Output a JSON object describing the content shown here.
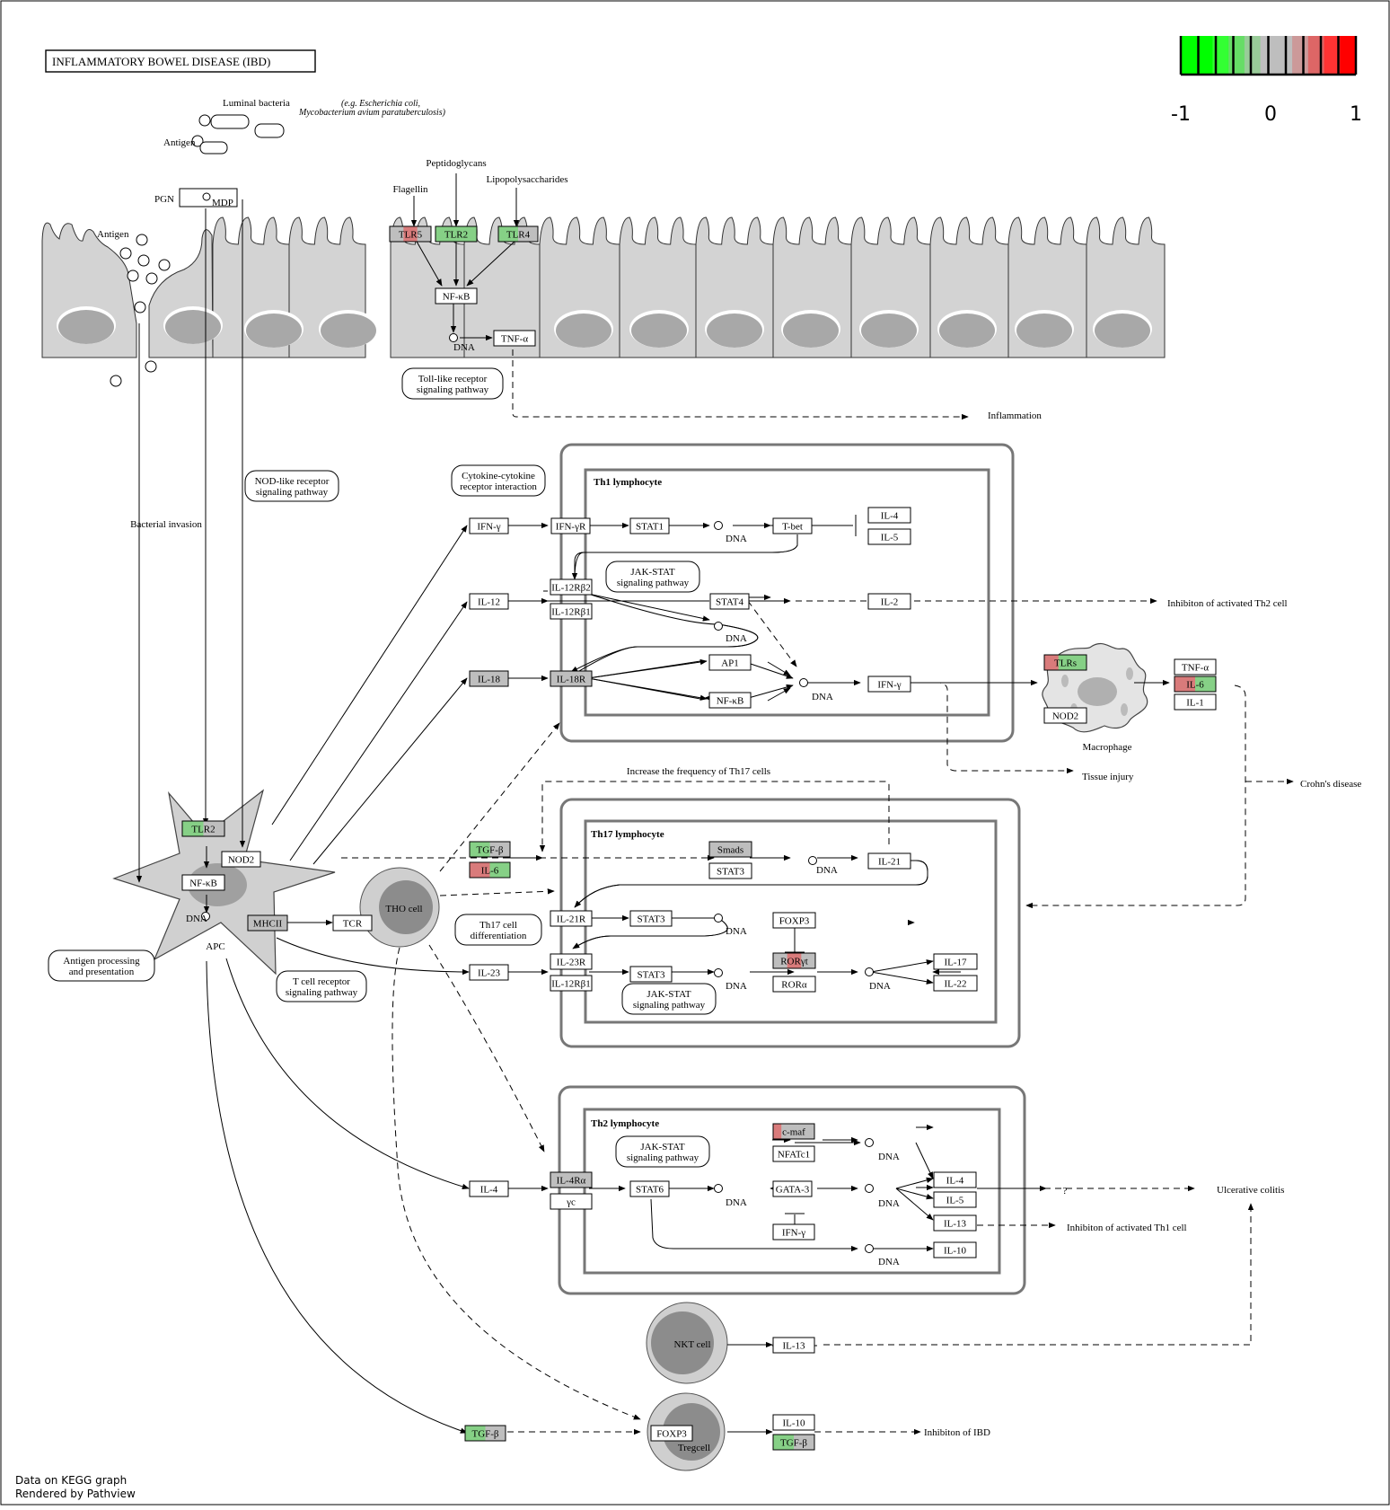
{
  "title": "INFLAMMATORY BOWEL DISEASE (IBD)",
  "legend": {
    "ticks": [
      "-1",
      "0",
      "1"
    ],
    "colors": [
      "#00ff00",
      "#00ff00",
      "#33ff33",
      "#66dd66",
      "#99cc99",
      "#bebebe",
      "#bebebe",
      "#cc9999",
      "#dd6666",
      "#ff3333",
      "#ff0000"
    ]
  },
  "footer": {
    "line1": "Data on KEGG graph",
    "line2": "Rendered by Pathview"
  },
  "colors": {
    "up": "#d97b7b",
    "down": "#86d086",
    "nodata": "#bebebe",
    "cell": "#d4d4d4"
  },
  "labels": {
    "luminal": "Luminal bacteria",
    "eg1": "(e.g. Escherichia coli,",
    "eg2": "Mycobacterium avium paratuberculosis)",
    "antigen1": "Antigen",
    "antigen2": "Antigen",
    "pgn": "PGN",
    "mdp": "MDP",
    "peptido": "Peptidoglycans",
    "flagellin": "Flagellin",
    "lps": "Lipopolysaccharides",
    "bacterial": "Bacterial invasion",
    "inflammation": "Inflammation",
    "th1": "Th1 lymphocyte",
    "th17": "Th17 lymphocyte",
    "th2": "Th2 lymphocyte",
    "apc": "APC",
    "th0": "THO cell",
    "nkt": "NKT cell",
    "treg": "Tregcell",
    "macrophage": "Macrophage",
    "inh_th2": "Inhibiton of activated Th2 cell",
    "inh_th1": "Inhibiton of activated Th1 cell",
    "inh_ibd": "Inhibiton of IBD",
    "tissue": "Tissue injury",
    "crohn": "Crohn's disease",
    "uc": "Ulcerative colitis",
    "question": "?",
    "increase": "Increase the frequency of Th17 cells"
  },
  "pathways": {
    "tlr1": "Toll-like receptor",
    "tlr2": "signaling pathway",
    "nod1": "NOD-like receptor",
    "nod2": "signaling pathway",
    "cyt1": "Cytokine-cytokine",
    "cyt2": "receptor interaction",
    "jak1_1": "JAK-STAT",
    "jak1_2": "signaling pathway",
    "ag1": "Antigen processing",
    "ag2": "and presentation",
    "tcr1": "T cell receptor",
    "tcr2": "signaling pathway",
    "th17d1": "Th17 cell",
    "th17d2": "differentiation",
    "jak2_1": "JAK-STAT",
    "jak2_2": "signaling pathway",
    "jak3_1": "JAK-STAT",
    "jak3_2": "signaling pathway"
  },
  "dna_label": "DNA",
  "genes": [
    {
      "id": "TLR5",
      "label": "TLR5",
      "fill": [
        "#bebebe",
        "#d97b7b",
        "#bebebe"
      ]
    },
    {
      "id": "TLR2e",
      "label": "TLR2",
      "fill": [
        "#86d086"
      ]
    },
    {
      "id": "TLR4",
      "label": "TLR4",
      "fill": [
        "#86d086",
        "#bebebe"
      ]
    },
    {
      "id": "NFKBe",
      "label": "NF-κB",
      "fill": [
        "#ffffff"
      ]
    },
    {
      "id": "TNFe",
      "label": "TNF-α",
      "fill": [
        "#ffffff"
      ]
    },
    {
      "id": "IFNG1",
      "label": "IFN-γ",
      "fill": [
        "#ffffff"
      ]
    },
    {
      "id": "IFNGR",
      "label": "IFN-γR",
      "fill": [
        "#ffffff"
      ]
    },
    {
      "id": "STAT1",
      "label": "STAT1",
      "fill": [
        "#ffffff"
      ]
    },
    {
      "id": "TBET",
      "label": "T-bet",
      "fill": [
        "#ffffff"
      ]
    },
    {
      "id": "IL4a",
      "label": "IL-4",
      "fill": [
        "#ffffff"
      ]
    },
    {
      "id": "IL5a",
      "label": "IL-5",
      "fill": [
        "#ffffff"
      ]
    },
    {
      "id": "IL12",
      "label": "IL-12",
      "fill": [
        "#ffffff"
      ]
    },
    {
      "id": "IL12RB2",
      "label": "IL-12Rβ2",
      "fill": [
        "#ffffff"
      ]
    },
    {
      "id": "IL12RB1a",
      "label": "IL-12Rβ1",
      "fill": [
        "#ffffff"
      ]
    },
    {
      "id": "STAT4",
      "label": "STAT4",
      "fill": [
        "#ffffff"
      ]
    },
    {
      "id": "IL2",
      "label": "IL-2",
      "fill": [
        "#ffffff"
      ]
    },
    {
      "id": "IL18",
      "label": "IL-18",
      "fill": [
        "#bebebe"
      ]
    },
    {
      "id": "IL18R",
      "label": "IL-18R",
      "fill": [
        "#bebebe"
      ]
    },
    {
      "id": "AP1",
      "label": "AP1",
      "fill": [
        "#ffffff"
      ]
    },
    {
      "id": "NFKBt",
      "label": "NF-κB",
      "fill": [
        "#ffffff"
      ]
    },
    {
      "id": "IFNG2",
      "label": "IFN-γ",
      "fill": [
        "#ffffff"
      ]
    },
    {
      "id": "TLRs",
      "label": "TLRs",
      "fill": [
        "#d97b7b",
        "#86d086",
        "#86d086"
      ]
    },
    {
      "id": "NOD2m",
      "label": "NOD2",
      "fill": [
        "#ffffff"
      ]
    },
    {
      "id": "TNFm",
      "label": "TNF-α",
      "fill": [
        "#ffffff"
      ]
    },
    {
      "id": "IL6m",
      "label": "IL-6",
      "fill": [
        "#d97b7b",
        "#86d086"
      ]
    },
    {
      "id": "IL1m",
      "label": "IL-1",
      "fill": [
        "#ffffff"
      ]
    },
    {
      "id": "TLR2a",
      "label": "TLR2",
      "fill": [
        "#86d086",
        "#bebebe"
      ]
    },
    {
      "id": "NOD2a",
      "label": "NOD2",
      "fill": [
        "#ffffff"
      ]
    },
    {
      "id": "NFKBa",
      "label": "NF-κB",
      "fill": [
        "#ffffff"
      ]
    },
    {
      "id": "MHCII",
      "label": "MHCII",
      "fill": [
        "#bebebe"
      ]
    },
    {
      "id": "TCR",
      "label": "TCR",
      "fill": [
        "#ffffff"
      ]
    },
    {
      "id": "TGFB1",
      "label": "TGF-β",
      "fill": [
        "#86d086",
        "#bebebe"
      ]
    },
    {
      "id": "IL6b",
      "label": "IL-6",
      "fill": [
        "#d97b7b",
        "#86d086"
      ]
    },
    {
      "id": "SMADS",
      "label": "Smads",
      "fill": [
        "#bebebe"
      ]
    },
    {
      "id": "STAT3a",
      "label": "STAT3",
      "fill": [
        "#ffffff"
      ]
    },
    {
      "id": "IL21",
      "label": "IL-21",
      "fill": [
        "#ffffff"
      ]
    },
    {
      "id": "IL21R",
      "label": "IL-21R",
      "fill": [
        "#ffffff"
      ]
    },
    {
      "id": "STAT3b",
      "label": "STAT3",
      "fill": [
        "#ffffff"
      ]
    },
    {
      "id": "FOXP3a",
      "label": "FOXP3",
      "fill": [
        "#ffffff"
      ]
    },
    {
      "id": "RORGT",
      "label": "RORγt",
      "fill": [
        "#bebebe",
        "#d97b7b",
        "#bebebe"
      ]
    },
    {
      "id": "RORA",
      "label": "RORα",
      "fill": [
        "#ffffff"
      ]
    },
    {
      "id": "IL23",
      "label": "IL-23",
      "fill": [
        "#ffffff"
      ]
    },
    {
      "id": "IL23R",
      "label": "IL-23R",
      "fill": [
        "#ffffff"
      ]
    },
    {
      "id": "IL12RB1b",
      "label": "IL-12Rβ1",
      "fill": [
        "#ffffff"
      ]
    },
    {
      "id": "STAT3c",
      "label": "STAT3",
      "fill": [
        "#ffffff"
      ]
    },
    {
      "id": "IL17",
      "label": "IL-17",
      "fill": [
        "#ffffff"
      ]
    },
    {
      "id": "IL22",
      "label": "IL-22",
      "fill": [
        "#ffffff"
      ]
    },
    {
      "id": "CMAF",
      "label": "c-maf",
      "fill": [
        "#d97b7b",
        "#bebebe",
        "#bebebe",
        "#bebebe",
        "#bebebe"
      ]
    },
    {
      "id": "NFATC1",
      "label": "NFATc1",
      "fill": [
        "#ffffff"
      ]
    },
    {
      "id": "IL4b",
      "label": "IL-4",
      "fill": [
        "#ffffff"
      ]
    },
    {
      "id": "IL4RA",
      "label": "IL-4Rα",
      "fill": [
        "#bebebe"
      ]
    },
    {
      "id": "GC",
      "label": "γc",
      "fill": [
        "#ffffff"
      ]
    },
    {
      "id": "STAT6",
      "label": "STAT6",
      "fill": [
        "#ffffff"
      ]
    },
    {
      "id": "GATA3",
      "label": "GATA-3",
      "fill": [
        "#ffffff"
      ]
    },
    {
      "id": "IFNG3",
      "label": "IFN-γ",
      "fill": [
        "#ffffff"
      ]
    },
    {
      "id": "IL4c",
      "label": "IL-4",
      "fill": [
        "#ffffff"
      ]
    },
    {
      "id": "IL5b",
      "label": "IL-5",
      "fill": [
        "#ffffff"
      ]
    },
    {
      "id": "IL13a",
      "label": "IL-13",
      "fill": [
        "#ffffff"
      ]
    },
    {
      "id": "IL10a",
      "label": "IL-10",
      "fill": [
        "#ffffff"
      ]
    },
    {
      "id": "IL13b",
      "label": "IL-13",
      "fill": [
        "#ffffff"
      ]
    },
    {
      "id": "TGFB2",
      "label": "TGF-β",
      "fill": [
        "#86d086",
        "#bebebe"
      ]
    },
    {
      "id": "FOXP3b",
      "label": "FOXP3",
      "fill": [
        "#ffffff"
      ]
    },
    {
      "id": "IL10b",
      "label": "IL-10",
      "fill": [
        "#ffffff"
      ]
    },
    {
      "id": "TGFB3",
      "label": "TGF-β",
      "fill": [
        "#86d086",
        "#bebebe"
      ]
    }
  ]
}
